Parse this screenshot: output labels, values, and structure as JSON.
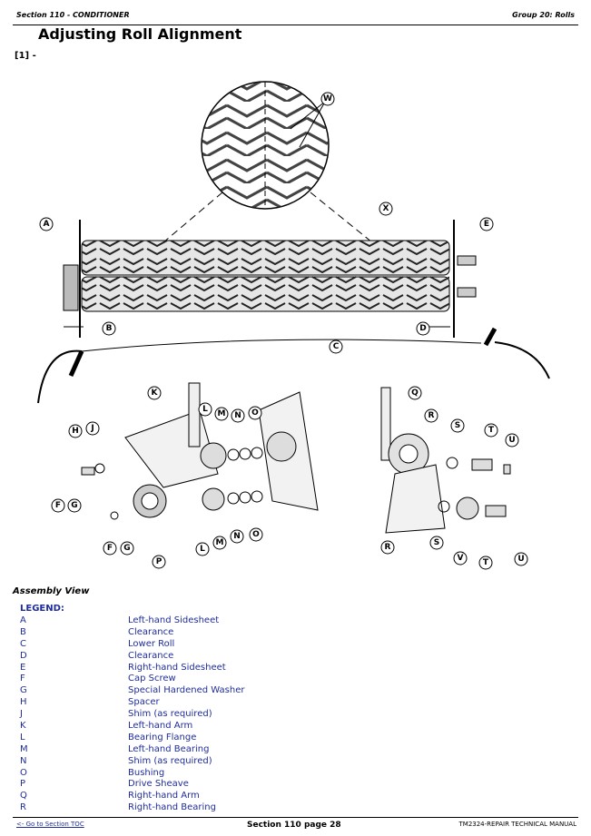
{
  "header": {
    "section": "Section 110 - CONDITIONER",
    "group": "Group 20: Rolls"
  },
  "page_title": "Adjusting Roll Alignment",
  "step_label": "[1] -",
  "figure": {
    "callouts": [
      "W",
      "X",
      "A",
      "E",
      "B",
      "C",
      "D",
      "K",
      "H",
      "J",
      "L",
      "M",
      "N",
      "O",
      "F",
      "G",
      "F",
      "G",
      "P",
      "L",
      "M",
      "N",
      "O",
      "Q",
      "R",
      "S",
      "T",
      "U",
      "R",
      "S",
      "V",
      "T",
      "U"
    ]
  },
  "caption": "Assembly View",
  "legend_title": "LEGEND:",
  "legend": [
    {
      "key": "A",
      "value": "Left-hand Sidesheet"
    },
    {
      "key": "B",
      "value": "Clearance"
    },
    {
      "key": "C",
      "value": "Lower Roll"
    },
    {
      "key": "D",
      "value": "Clearance"
    },
    {
      "key": "E",
      "value": "Right-hand Sidesheet"
    },
    {
      "key": "F",
      "value": "Cap Screw"
    },
    {
      "key": "G",
      "value": "Special Hardened Washer"
    },
    {
      "key": "H",
      "value": "Spacer"
    },
    {
      "key": "J",
      "value": "Shim (as required)"
    },
    {
      "key": "K",
      "value": "Left-hand Arm"
    },
    {
      "key": "L",
      "value": "Bearing Flange"
    },
    {
      "key": "M",
      "value": "Left-hand Bearing"
    },
    {
      "key": "N",
      "value": "Shim (as required)"
    },
    {
      "key": "O",
      "value": "Bushing"
    },
    {
      "key": "P",
      "value": "Drive Sheave"
    },
    {
      "key": "Q",
      "value": "Right-hand Arm"
    },
    {
      "key": "R",
      "value": "Right-hand Bearing"
    }
  ],
  "footer": {
    "toc_link": "<- Go to Section TOC",
    "page": "Section 110 page 28",
    "manual": "TM2324-REPAIR TECHNICAL MANUAL"
  }
}
